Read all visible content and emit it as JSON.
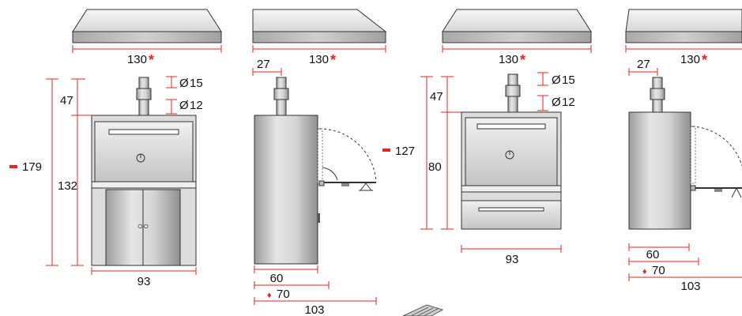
{
  "views": [
    {
      "id": "front-1",
      "hood_width": "130",
      "hood_star": "*",
      "total_marker": "-",
      "total_height": "179",
      "flue_height": "47",
      "body_height": "132",
      "flue_diameter_top": "15",
      "flue_diameter_bottom": "12",
      "diameter_symbol": "Ø",
      "body_width": "93",
      "door_knobs": "○○"
    },
    {
      "id": "side-1",
      "hood_width": "130",
      "hood_star": "*",
      "flue_offset": "27",
      "depth_closed": "60",
      "depth_marker": "♦",
      "depth_mid": "70",
      "depth_open": "103"
    },
    {
      "id": "front-2",
      "hood_width": "130",
      "hood_star": "*",
      "total_marker": "-",
      "total_height": "127",
      "flue_height": "47",
      "body_height": "80",
      "flue_diameter_top": "15",
      "flue_diameter_bottom": "12",
      "diameter_symbol": "Ø",
      "body_width": "93"
    },
    {
      "id": "side-2",
      "hood_width": "130",
      "hood_star": "*",
      "flue_offset": "27",
      "depth_closed": "60",
      "depth_marker": "♦",
      "depth_mid": "70",
      "depth_open": "103"
    }
  ],
  "colors": {
    "dimension": "#e52421",
    "outline": "#333333",
    "steel_light": "#e2e2e2",
    "steel_mid": "#c9c9c9",
    "steel_dark": "#9a9a9a"
  }
}
